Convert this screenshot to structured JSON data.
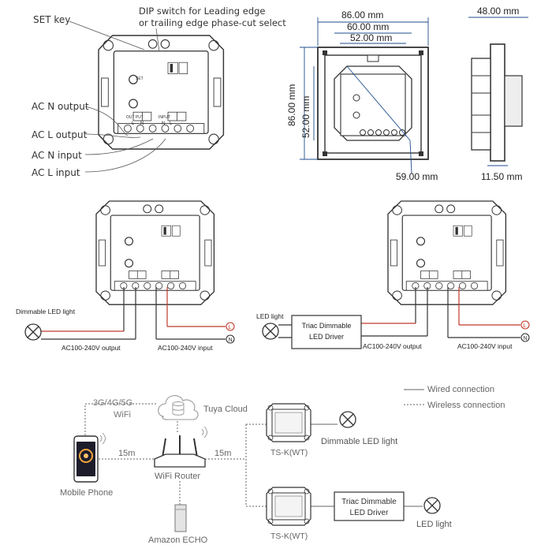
{
  "top_left": {
    "set_key": "SET key",
    "dip_switch_line1": "DIP switch for Leading edge",
    "dip_switch_line2": "or trailing edge phase-cut select",
    "ac_n_output": "AC N output",
    "ac_l_output": "AC L output",
    "ac_n_input": "AC N input",
    "ac_l_input": "AC L input"
  },
  "module": {
    "set_label": "SET",
    "output_label": "OUT PUT",
    "input_label": "INPUT",
    "out_l": "L",
    "out_n": "N",
    "in_n": "N",
    "in_l": "L"
  },
  "dimensions": {
    "width_outer": "86.00 mm",
    "width_mid": "60.00 mm",
    "width_inner": "52.00 mm",
    "height_outer": "86.00 mm",
    "height_inner": "52.00 mm",
    "diagonal": "59.00 mm",
    "depth": "48.00 mm",
    "plate": "11.50 mm"
  },
  "wiring_left": {
    "light_label": "Dimmable LED light",
    "output_label": "AC100-240V output",
    "input_label": "AC100-240V input",
    "l_terminal": "L",
    "n_terminal": "N"
  },
  "wiring_right": {
    "light_label": "LED light",
    "driver_line1": "Triac Dimmable",
    "driver_line2": "LED Driver",
    "output_label": "AC100-240V output",
    "input_label": "AC100-240V input",
    "l_terminal": "L",
    "n_terminal": "N"
  },
  "network": {
    "cellular_line1": "3G/4G/5G",
    "cellular_line2": "WiFi",
    "cloud": "Tuya Cloud",
    "distance_phone": "15m",
    "distance_router": "15m",
    "mobile_phone": "Mobile Phone",
    "router": "WiFi Router",
    "echo": "Amazon ECHO",
    "device_top": "TS-K(WT)",
    "device_bottom": "TS-K(WT)",
    "dimmable_light": "Dimmable LED light",
    "driver_line1": "Triac Dimmable",
    "driver_line2": "LED Driver",
    "led_light": "LED light",
    "legend_wired": "Wired connection",
    "legend_wireless": "Wireless connection"
  },
  "colors": {
    "line": "#3a3a3a",
    "live_wire": "#c0392b",
    "dimension_blue": "#1f4e8c",
    "module_fill": "#ffffff",
    "label_grey": "#555555"
  }
}
